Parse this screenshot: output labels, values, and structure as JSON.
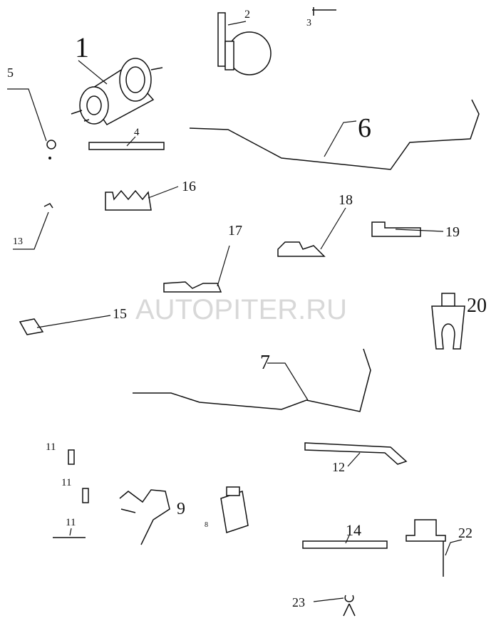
{
  "diagram": {
    "watermark": "AUTOPITER.RU",
    "callouts": {
      "c1": "1",
      "c2": "2",
      "c3": "3",
      "c4": "4",
      "c5": "5",
      "c6": "6",
      "c7": "7",
      "c8": "8",
      "c9": "9",
      "c11a": "11",
      "c11b": "11",
      "c11c": "11",
      "c12": "12",
      "c13": "13",
      "c14": "14",
      "c15": "15",
      "c16": "16",
      "c17": "17",
      "c18": "18",
      "c19": "19",
      "c20": "20",
      "c22": "22",
      "c23": "23"
    }
  }
}
